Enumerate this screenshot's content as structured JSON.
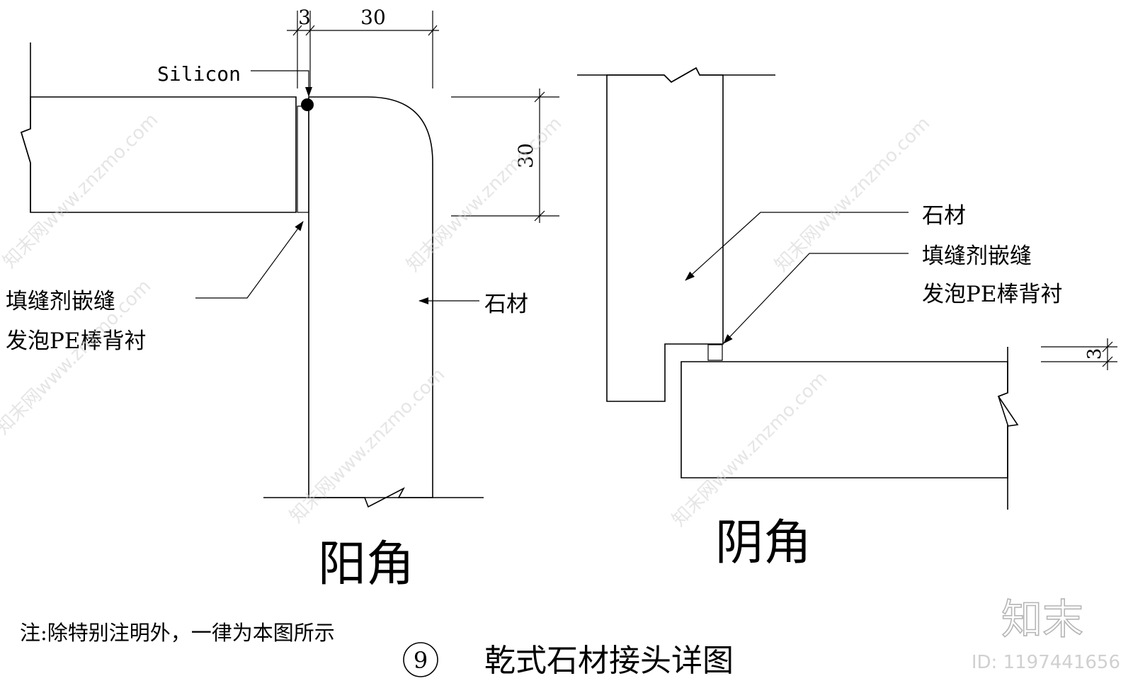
{
  "outer_corner": {
    "title": "阳角",
    "dim_gap": "3",
    "dim_width": "30",
    "dim_radius": "30",
    "label_silicon": "Silicon",
    "label_filler_line1": "填缝剂嵌缝",
    "label_filler_line2": "发泡PE棒背衬",
    "label_stone": "石材"
  },
  "inner_corner": {
    "title": "阴角",
    "label_stone": "石材",
    "label_filler_line1": "填缝剂嵌缝",
    "label_filler_line2": "发泡PE棒背衬",
    "dim_gap": "3"
  },
  "footer": {
    "note": "注:除特别注明外，一律为本图所示",
    "detail_number": "9",
    "detail_title": "乾式石材接头详图"
  },
  "watermark": {
    "logo": "知末",
    "id_text": "ID: 1197441656",
    "tile_text": "知末网www.znzmo.com"
  }
}
